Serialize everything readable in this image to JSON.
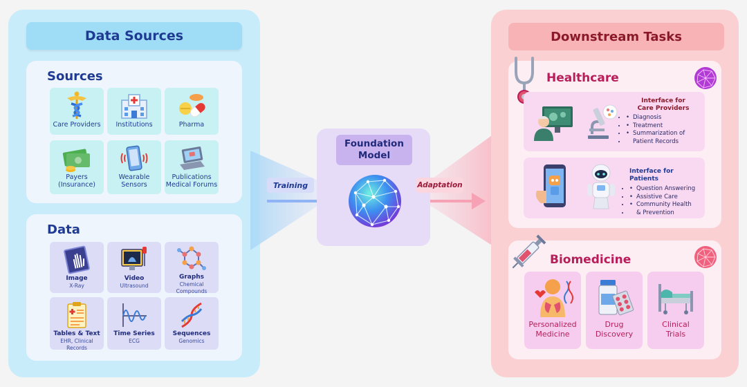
{
  "left": {
    "title": "Data Sources",
    "sources": {
      "title": "Sources",
      "items": [
        {
          "label": "Care Providers",
          "icon": "caduceus-icon"
        },
        {
          "label": "Institutions",
          "icon": "hospital-icon"
        },
        {
          "label": "Pharma",
          "icon": "pills-icon"
        },
        {
          "line1": "Payers",
          "line2": "(Insurance)",
          "icon": "money-icon"
        },
        {
          "line1": "Wearable",
          "line2": "Sensors",
          "icon": "phone-icon"
        },
        {
          "line1": "Publications",
          "line2": "Medical Forums",
          "icon": "laptop-icon"
        }
      ]
    },
    "data": {
      "title": "Data",
      "items": [
        {
          "label": "Image",
          "sub": "X-Ray",
          "icon": "xray-icon"
        },
        {
          "label": "Video",
          "sub": "Ultrasound",
          "icon": "ultrasound-icon"
        },
        {
          "label": "Graphs",
          "sub": "Chemical Compounds",
          "icon": "molecule-icon"
        },
        {
          "label": "Tables & Text",
          "sub": "EHR, Clinical Records",
          "icon": "clipboard-icon"
        },
        {
          "label": "Time Series",
          "sub": "ECG",
          "icon": "waveform-icon"
        },
        {
          "label": "Sequences",
          "sub": "Genomics",
          "icon": "dna-icon"
        }
      ]
    }
  },
  "middle": {
    "foundation_line1": "Foundation",
    "foundation_line2": "Model",
    "training": "Training",
    "adaptation": "Adaptation"
  },
  "right": {
    "title": "Downstream Tasks",
    "healthcare": {
      "title": "Healthcare",
      "providers": {
        "title_line1": "Interface for",
        "title_line2": "Care Providers",
        "bullets": [
          "Diagnosis",
          "Treatment",
          "Summarization of",
          "Patient Records"
        ]
      },
      "patients": {
        "title": "Interface for Patients",
        "bullets": [
          "Question Answering",
          "Assistive Care",
          "Community Health",
          "& Prevention"
        ]
      }
    },
    "biomedicine": {
      "title": "Biomedicine",
      "items": [
        {
          "line1": "Personalized",
          "line2": "Medicine"
        },
        {
          "line1": "Drug",
          "line2": "Discovery"
        },
        {
          "line1": "Clinical",
          "line2": "Trials"
        }
      ]
    }
  },
  "colors": {
    "left_panel": "#c9ecfb",
    "right_panel": "#fbd0d2",
    "foundation_box": "#e6dcf8",
    "arrow_blue": "#8fb3f5",
    "arrow_pink": "#f7a1b4"
  }
}
